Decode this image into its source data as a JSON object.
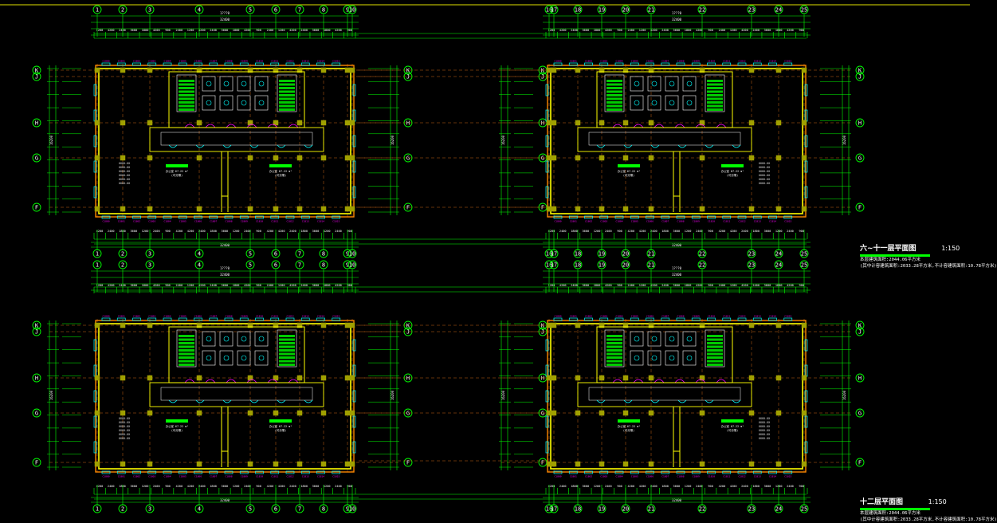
{
  "colors": {
    "background": "#000000",
    "dimension": "#00ff00",
    "axis_bubble": "#00ff00",
    "axis_text": "#ffffff",
    "grid_line": "#c86414",
    "wall_inner": "#ffff00",
    "wall_outer": "#ff8800",
    "window": "#00ffff",
    "door": "#ff00ff",
    "column": "#a0a000",
    "fixture": "#ffffff",
    "room_tag": "#00ff00",
    "frame_line": "#b4b400"
  },
  "plans": {
    "left_axes": [
      "1",
      "2",
      "3",
      "4",
      "5",
      "6",
      "7",
      "8",
      "9",
      "10"
    ],
    "right_axes": [
      "16",
      "17",
      "18",
      "19",
      "20",
      "21",
      "22",
      "23",
      "24",
      "25"
    ],
    "row_axes": [
      "K",
      "J",
      "H",
      "G",
      "F"
    ],
    "total_dim_label": "1???0",
    "sub_dim_label": "32400",
    "side_dim_label": "16200"
  },
  "title_block_1": {
    "title": "六~十一层平面图",
    "scale": "1:150",
    "note_1": "本层建筑面积:2044.06平方米",
    "note_2": "(其中计容建筑面积:2033.28平方米,不计容建筑面积:10.78平方米)"
  },
  "title_block_2": {
    "title": "十二层平面图",
    "scale": "1:150",
    "note_1": "本层建筑面积:2044.06平方米",
    "note_2": "(其中计容建筑面积:2033.28平方米,不计容建筑面积:10.78平方米)"
  }
}
